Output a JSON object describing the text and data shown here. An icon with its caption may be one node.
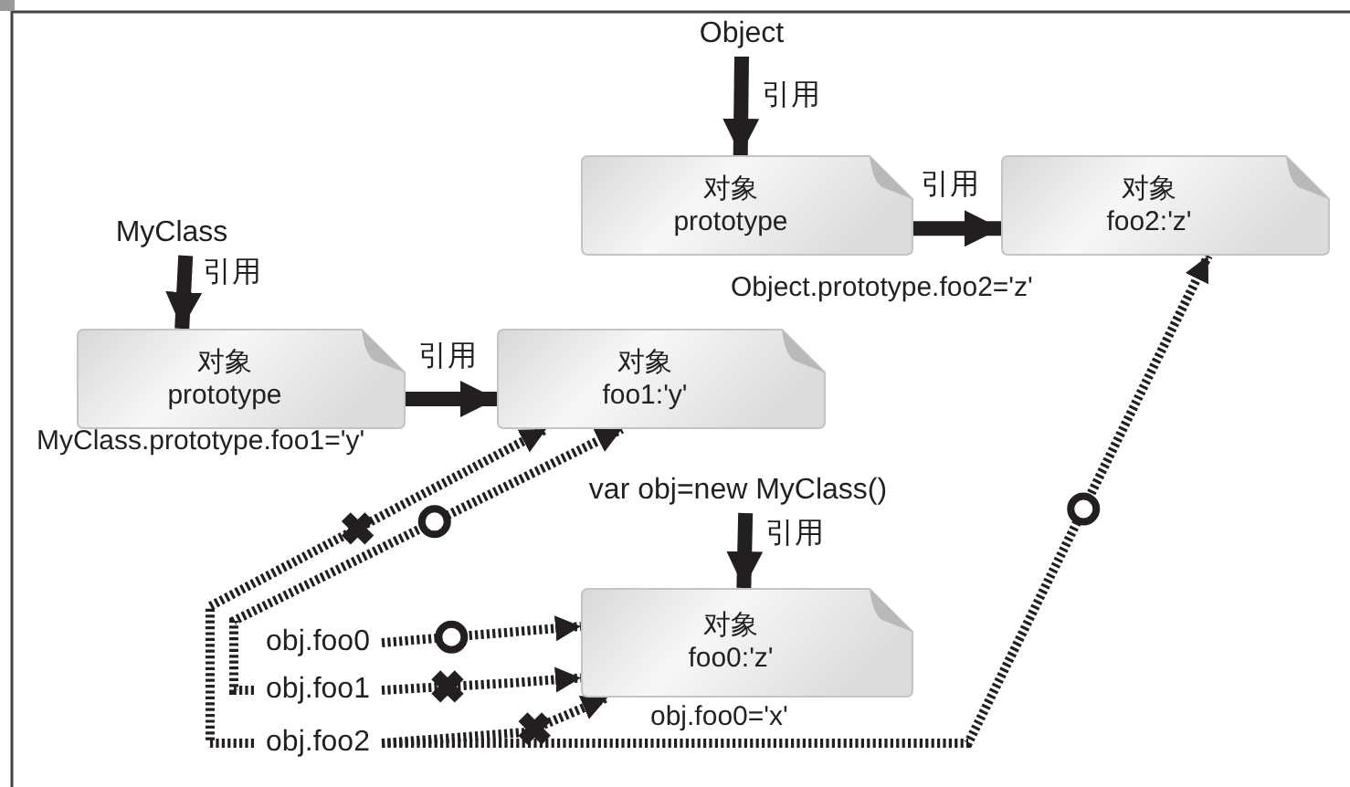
{
  "diagram": {
    "nodes": [
      {
        "text": [
          "Object"
        ]
      },
      {
        "text": [
          "对象",
          "prototype"
        ]
      },
      {
        "text": [
          "对象",
          "foo2:'z'"
        ]
      },
      {
        "text": [
          "MyClass"
        ]
      },
      {
        "text": [
          "对象",
          "prototype"
        ]
      },
      {
        "text": [
          "对象",
          "foo1:'y'"
        ]
      },
      {
        "text": [
          "var obj=new MyClass()"
        ]
      },
      {
        "text": [
          "对象",
          "foo0:'z'"
        ]
      },
      {
        "text": [
          "obj.foo0"
        ]
      },
      {
        "text": [
          "obj.foo1"
        ]
      },
      {
        "text": [
          "obj.foo2"
        ]
      }
    ],
    "edges": [
      {
        "from": 0,
        "to": 1,
        "arrow": "to",
        "label": "引用"
      },
      {
        "from": 1,
        "to": 2,
        "arrow": "to",
        "label": "引用"
      },
      {
        "from": 3,
        "to": 4,
        "arrow": "to",
        "label": "引用"
      },
      {
        "from": 4,
        "to": 5,
        "arrow": "to",
        "label": "引用"
      },
      {
        "from": 6,
        "to": 7,
        "arrow": "to",
        "label": "引用"
      },
      {
        "from": 8,
        "to": 7,
        "arrow": "to",
        "style": "dashed"
      },
      {
        "from": 9,
        "to": 7,
        "arrow": "to",
        "style": "dashed"
      },
      {
        "from": 10,
        "to": 7,
        "arrow": "to",
        "style": "dashed"
      },
      {
        "from": 9,
        "to": 5,
        "arrow": "to",
        "style": "dashed"
      },
      {
        "from": 10,
        "to": 5,
        "arrow": "to",
        "style": "dashed"
      },
      {
        "from": 10,
        "to": 2,
        "arrow": "to",
        "style": "dashed"
      }
    ],
    "labels": [
      "Object.prototype.foo2='z'",
      "MyClass.prototype.foo1='y'",
      "obj.foo0='x'"
    ]
  }
}
